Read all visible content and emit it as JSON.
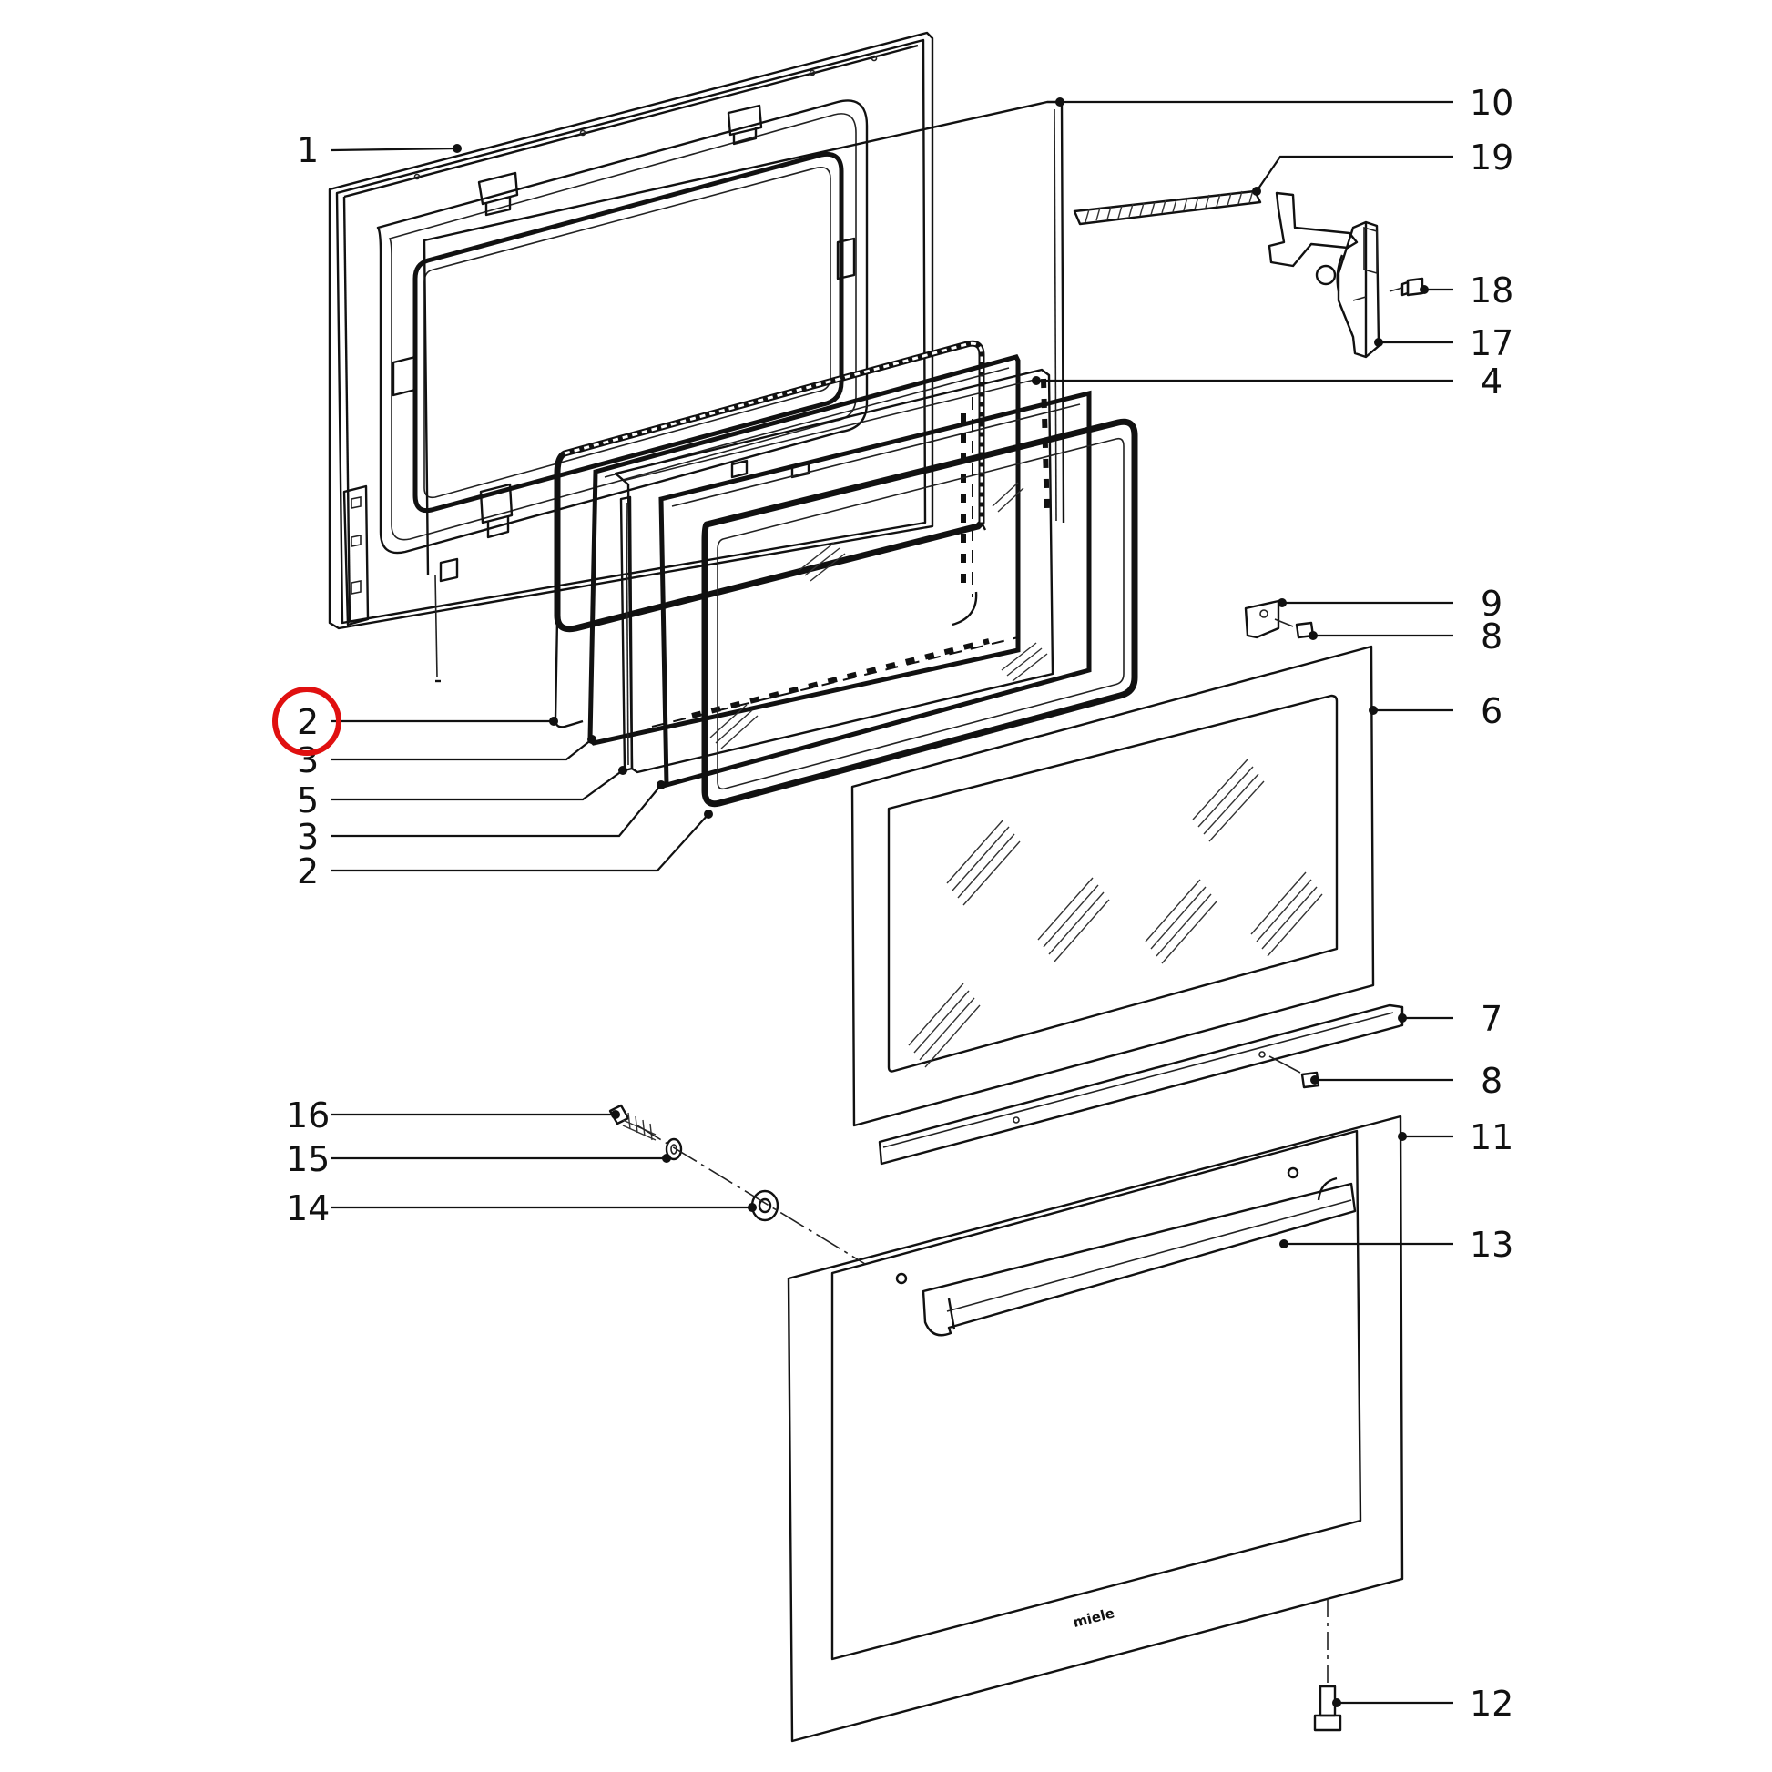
{
  "diagram": {
    "brand_logo_text": "miele",
    "highlight_color": "#e01010",
    "line_color": "#111111",
    "highlighted_callout": "2",
    "callouts_left": [
      {
        "id": "c1",
        "label": "1"
      },
      {
        "id": "c2a",
        "label": "2"
      },
      {
        "id": "c3a",
        "label": "3"
      },
      {
        "id": "c5",
        "label": "5"
      },
      {
        "id": "c3b",
        "label": "3"
      },
      {
        "id": "c2b",
        "label": "2"
      },
      {
        "id": "c16",
        "label": "16"
      },
      {
        "id": "c15",
        "label": "15"
      },
      {
        "id": "c14",
        "label": "14"
      }
    ],
    "callouts_right": [
      {
        "id": "c10",
        "label": "10"
      },
      {
        "id": "c19",
        "label": "19"
      },
      {
        "id": "c18",
        "label": "18"
      },
      {
        "id": "c17",
        "label": "17"
      },
      {
        "id": "c4",
        "label": "4"
      },
      {
        "id": "c9",
        "label": "9"
      },
      {
        "id": "c8a",
        "label": "8"
      },
      {
        "id": "c6",
        "label": "6"
      },
      {
        "id": "c7",
        "label": "7"
      },
      {
        "id": "c8b",
        "label": "8"
      },
      {
        "id": "c11",
        "label": "11"
      },
      {
        "id": "c13",
        "label": "13"
      },
      {
        "id": "c12",
        "label": "12"
      }
    ]
  }
}
